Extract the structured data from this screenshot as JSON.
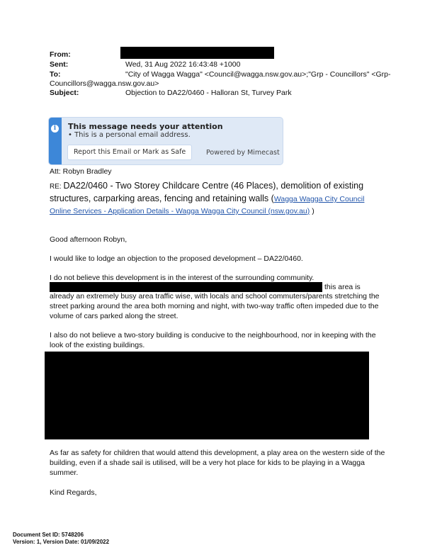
{
  "header": {
    "from_label": "From:",
    "sent_label": "Sent:",
    "sent_value": "Wed, 31 Aug 2022 16:43:48 +1000",
    "to_label": "To:",
    "to_value_line1": "\"City of Wagga Wagga\" <Council@wagga.nsw.gov.au>;\"Grp - Councillors\" <Grp-",
    "to_value_line2": "Councillors@wagga.nsw.gov.au>",
    "subject_label": "Subject:",
    "subject_value": "Objection to DA22/0460 - Halloran St, Turvey Park"
  },
  "banner": {
    "icon": "info-icon",
    "title": "This message needs your attention",
    "subtitle": "• This is a personal email address.",
    "button_label": "Report this Email or Mark as Safe",
    "powered_by": "Powered by Mimecast",
    "accent_color": "#3d87d8"
  },
  "body": {
    "att": "Att: Robyn Bradley",
    "re_prefix": "RE: ",
    "re_text": "DA22/0460 - Two Storey Childcare Centre (46 Places), demolition of existing structures, carparking areas, fencing and retaining walls (",
    "re_link": "Wagga Wagga City Council Online Services - Application Details - Wagga Wagga City Council (nsw.gov.au)",
    "re_suffix": " )",
    "greeting": "Good afternoon Robyn,",
    "para1": "I would like to lodge an objection to the proposed development – DA22/0460.",
    "para2": "I do not believe this development is in the interest of the surrounding community.",
    "para3_tail": "this area is",
    "para3_line2": "already an extremely busy area traffic wise, with locals and school commuters/parents stretching the",
    "para3_line3": "street parking around the area both morning and night, with two-way traffic often impeded due to the",
    "para3_line4": "volume of cars parked along the street.",
    "para4_line1": "I also do not believe a two-story building is conducive to the neighbourhood, nor in keeping with the",
    "para4_line2": "look of the existing buildings.",
    "para5_line1": "As far as safety for children that would attend this development, a play area on the western side of the",
    "para5_line2": "building, even if a shade sail is utilised, will be a very hot place for kids  to be playing in a Wagga",
    "para5_line3": "summer.",
    "closing": "Kind Regards,"
  },
  "footer": {
    "doc_set": "Document Set ID: 5748206",
    "version": "Version: 1, Version Date: 01/09/2022"
  }
}
